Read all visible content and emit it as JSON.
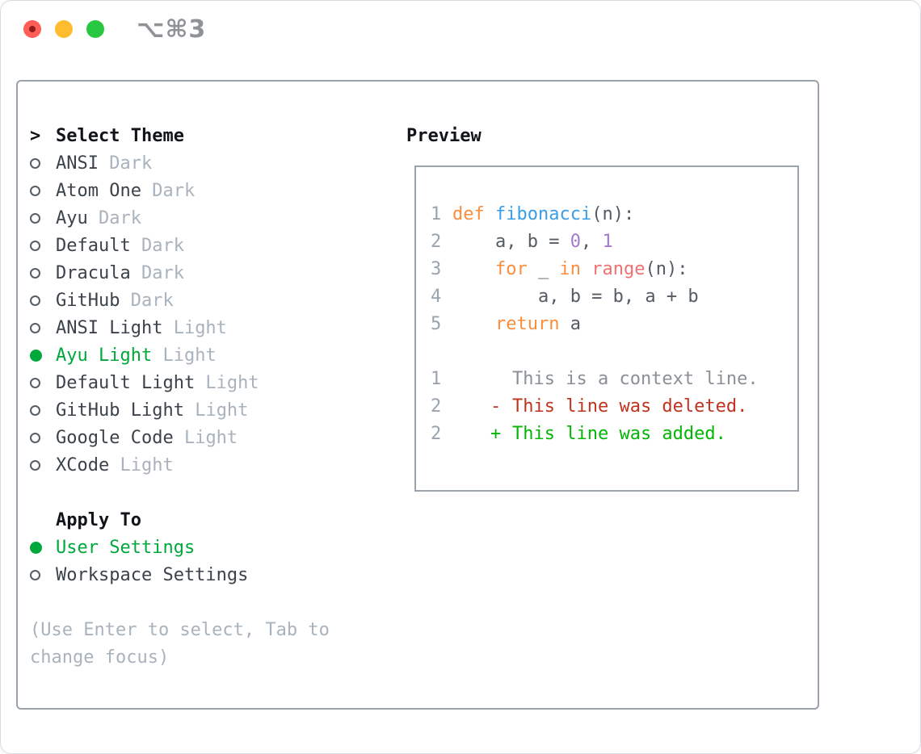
{
  "window": {
    "title_shortcut": "⌥⌘3",
    "traffic_lights": [
      "close",
      "minimize",
      "zoom"
    ]
  },
  "colors": {
    "tl-red": "#ff5f57",
    "tl-yellow": "#febc2e",
    "tl-green": "#28c840",
    "border": "#9aa2ab",
    "ui-green": "#00a83c",
    "muted": "#a9b3bd",
    "lineno": "#9aa3ad",
    "kw": "#fa8d3e",
    "fn": "#399ee6",
    "const": "#a37acc",
    "special": "#f07171",
    "code-text": "#545b63",
    "ctx": "#8a9096",
    "del": "#c0331e",
    "add": "#05b505"
  },
  "theme_selector": {
    "header": "Select Theme",
    "cursor": ">",
    "items": [
      {
        "name": "ANSI",
        "tag": "Dark",
        "selected": false
      },
      {
        "name": "Atom One",
        "tag": "Dark",
        "selected": false
      },
      {
        "name": "Ayu",
        "tag": "Dark",
        "selected": false
      },
      {
        "name": "Default",
        "tag": "Dark",
        "selected": false
      },
      {
        "name": "Dracula",
        "tag": "Dark",
        "selected": false
      },
      {
        "name": "GitHub",
        "tag": "Dark",
        "selected": false
      },
      {
        "name": "ANSI Light",
        "tag": "Light",
        "selected": false
      },
      {
        "name": "Ayu Light",
        "tag": "Light",
        "selected": true
      },
      {
        "name": "Default Light",
        "tag": "Light",
        "selected": false
      },
      {
        "name": "GitHub Light",
        "tag": "Light",
        "selected": false
      },
      {
        "name": "Google Code",
        "tag": "Light",
        "selected": false
      },
      {
        "name": "XCode",
        "tag": "Light",
        "selected": false
      }
    ]
  },
  "apply_to": {
    "header": "Apply To",
    "options": [
      {
        "name": "User Settings",
        "selected": true
      },
      {
        "name": "Workspace Settings",
        "selected": false
      }
    ]
  },
  "help": {
    "lines": [
      "(Use Enter to select, Tab to",
      "change focus)"
    ]
  },
  "preview": {
    "header": "Preview",
    "code_lines": [
      {
        "num": "1",
        "segments": [
          {
            "text": "def",
            "cls": "kw"
          },
          {
            "text": " ",
            "cls": "plain"
          },
          {
            "text": "fibonacci",
            "cls": "fn"
          },
          {
            "text": "(n):",
            "cls": "plain"
          }
        ]
      },
      {
        "num": "2",
        "segments": [
          {
            "text": "    a, b = ",
            "cls": "plain"
          },
          {
            "text": "0",
            "cls": "num"
          },
          {
            "text": ", ",
            "cls": "plain"
          },
          {
            "text": "1",
            "cls": "num"
          }
        ]
      },
      {
        "num": "3",
        "segments": [
          {
            "text": "    ",
            "cls": "plain"
          },
          {
            "text": "for",
            "cls": "kw"
          },
          {
            "text": " _ ",
            "cls": "plain"
          },
          {
            "text": "in",
            "cls": "kw"
          },
          {
            "text": " ",
            "cls": "plain"
          },
          {
            "text": "range",
            "cls": "special"
          },
          {
            "text": "(n):",
            "cls": "plain"
          }
        ]
      },
      {
        "num": "4",
        "segments": [
          {
            "text": "        a, b = b, a + b",
            "cls": "plain"
          }
        ]
      },
      {
        "num": "5",
        "segments": [
          {
            "text": "    ",
            "cls": "plain"
          },
          {
            "text": "return",
            "cls": "kw"
          },
          {
            "text": " a",
            "cls": "plain"
          }
        ]
      }
    ],
    "diff_lines": [
      {
        "num": "1",
        "marker": " ",
        "cls": "ctx",
        "text": "This is a context line."
      },
      {
        "num": "2",
        "marker": "-",
        "cls": "del",
        "text": "This line was deleted."
      },
      {
        "num": "2",
        "marker": "+",
        "cls": "add",
        "text": "This line was added."
      }
    ]
  }
}
